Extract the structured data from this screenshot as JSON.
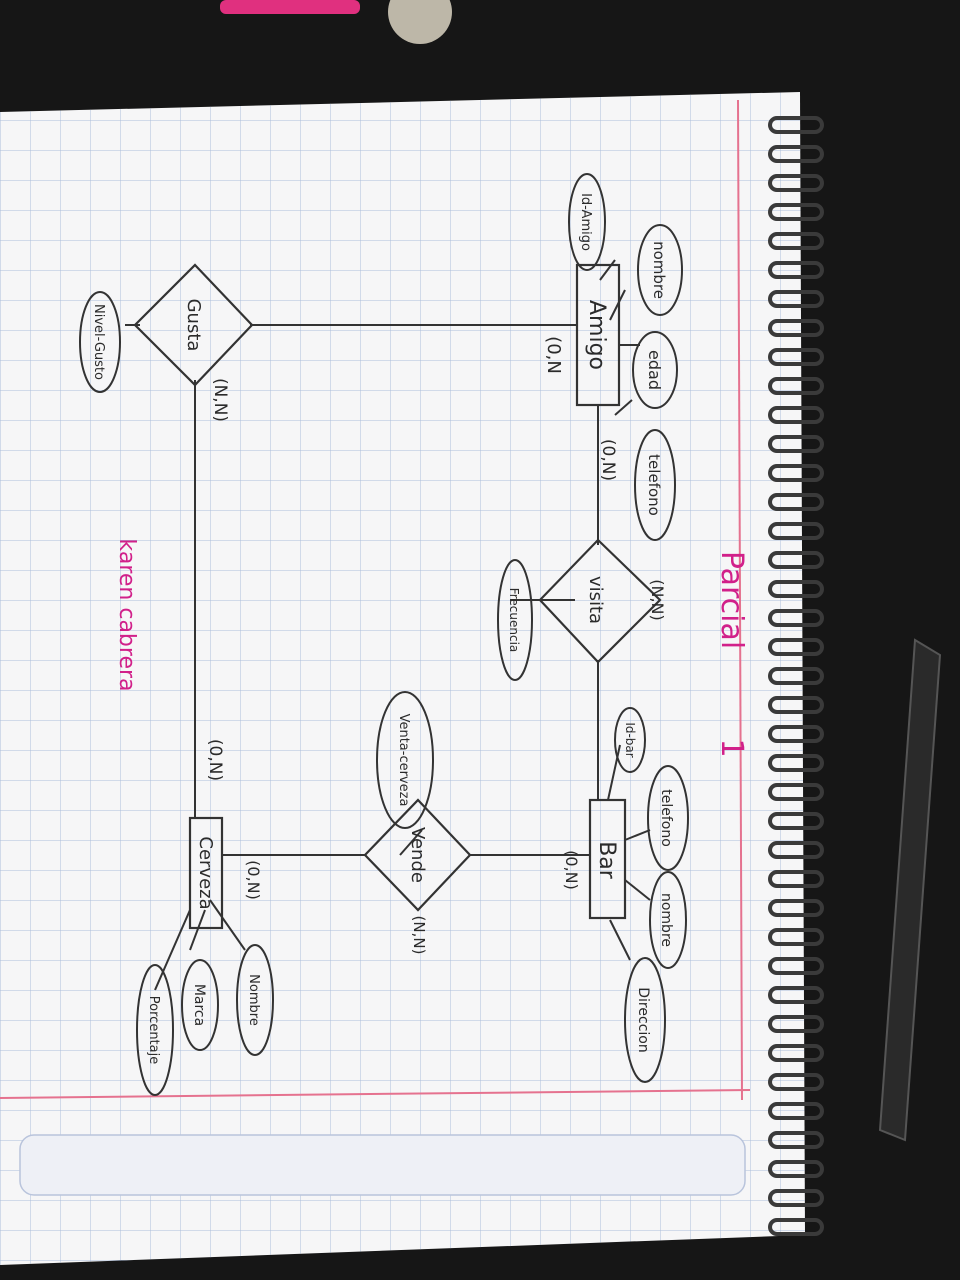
{
  "title": "Parcial",
  "title_number": "1",
  "author": "karen cabrera",
  "entities": {
    "amigo": "Amigo",
    "bar": "Bar",
    "cerveza": "Cerveza"
  },
  "relationships": {
    "visita": "visita",
    "gusta": "Gusta",
    "vende": "Vende"
  },
  "attributes": {
    "id_amigo": "Id-Amigo",
    "nombre_amigo": "nombre",
    "edad": "edad",
    "telefono_amigo": "telefono",
    "frecuencia": "Frecuencia",
    "id_bar": "Id-bar",
    "telefono_bar": "telefono",
    "nombre_bar": "nombre",
    "direccion": "Direccion",
    "venta_cerveza": "Venta-cerveza",
    "nombre_cerveza": "Nombre",
    "marca": "Marca",
    "porcentaje": "Porcentaje",
    "nivel_gusto": "Nivel-Gusto"
  },
  "cardinalities": {
    "amigo_gusta": "(0,N",
    "amigo_visita": "(0,N)",
    "visita": "(N,N)",
    "gusta": "(N,N)",
    "cerveza_gusta": "(0,N)",
    "bar_vende": "(0,N)",
    "cerveza_vende": "(0,N)",
    "vende": "(N,N)"
  }
}
